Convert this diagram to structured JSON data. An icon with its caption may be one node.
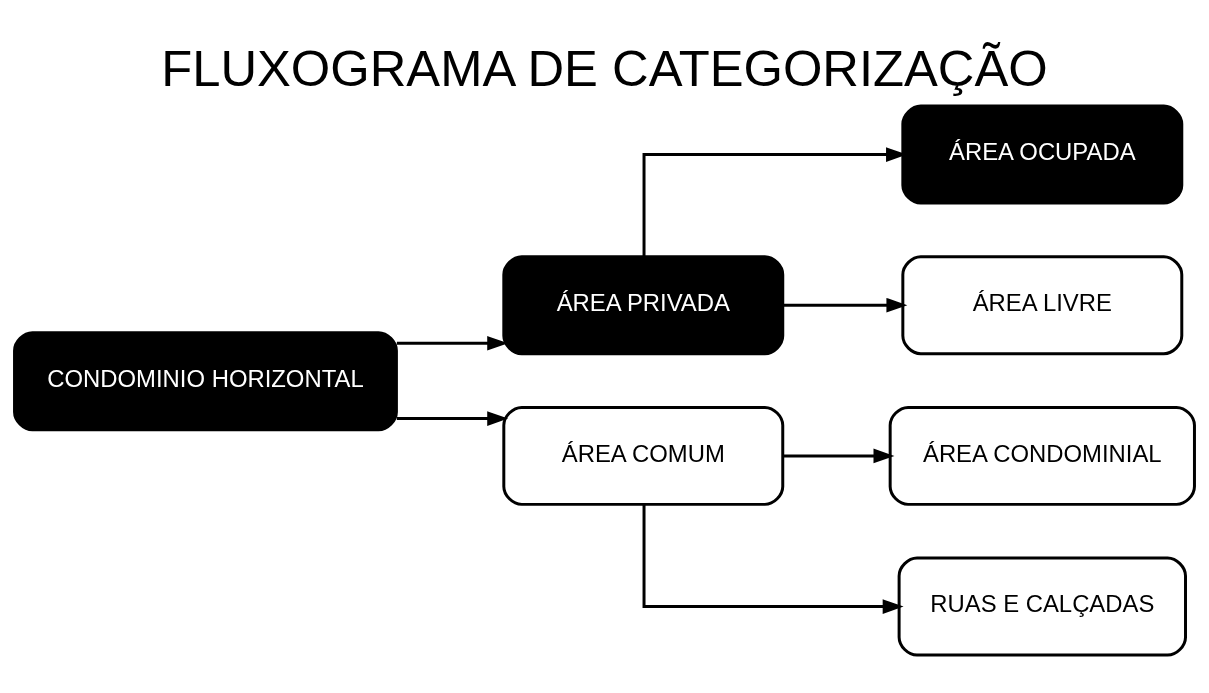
{
  "diagram": {
    "title": "FLUXOGRAMA DE CATEGORIZAÇÃO",
    "nodes": [
      {
        "text": [
          "CONDOMINIO HORIZONTAL"
        ]
      },
      {
        "text": [
          "ÁREA PRIVADA"
        ]
      },
      {
        "text": [
          "ÁREA OCUPADA"
        ]
      },
      {
        "text": [
          "ÁREA LIVRE"
        ]
      },
      {
        "text": [
          "ÁREA COMUM"
        ]
      },
      {
        "text": [
          "ÁREA CONDOMINIAL"
        ]
      },
      {
        "text": [
          "RUAS E CALÇADAS"
        ]
      }
    ],
    "edges": [
      {
        "from": 0,
        "to": 1,
        "arrow": "to"
      },
      {
        "from": 0,
        "to": 4,
        "arrow": "to"
      },
      {
        "from": 1,
        "to": 2,
        "arrow": "to"
      },
      {
        "from": 1,
        "to": 3,
        "arrow": "to"
      },
      {
        "from": 4,
        "to": 5,
        "arrow": "to"
      },
      {
        "from": 4,
        "to": 6,
        "arrow": "to"
      }
    ]
  }
}
